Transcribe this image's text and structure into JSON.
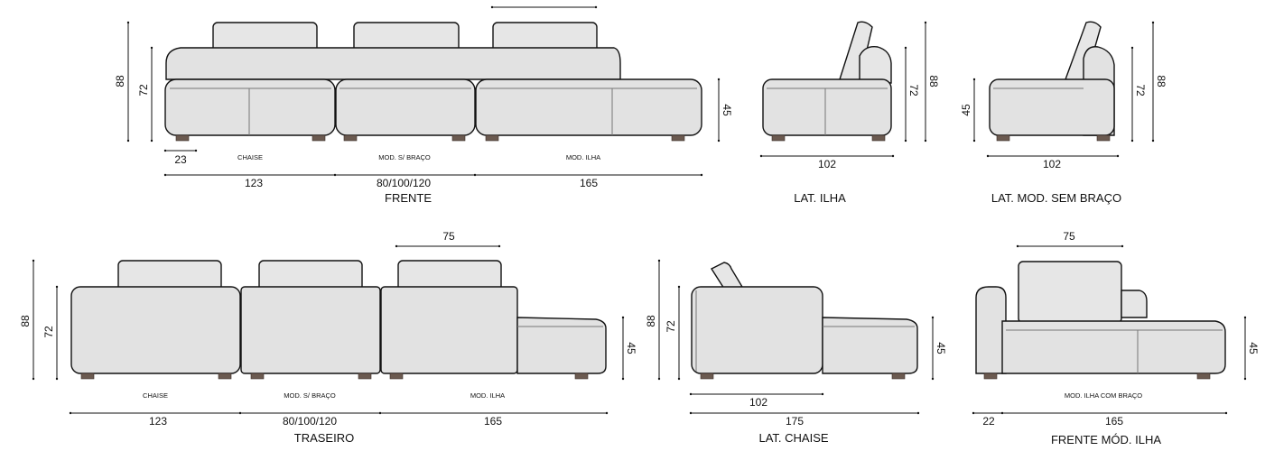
{
  "views": {
    "frente": {
      "title": "FRENTE",
      "modules": [
        "CHAISE",
        "MOD. S/ BRAÇO",
        "MOD. ILHA"
      ],
      "widths": [
        "123",
        "80/100/120",
        "165"
      ],
      "arm": "23",
      "height_total": "88",
      "height_back": "72",
      "height_seat": "45"
    },
    "lat_ilha": {
      "title": "LAT. ILHA",
      "depth": "102",
      "height_back": "72",
      "height_total": "88"
    },
    "lat_mod_sem_braco": {
      "title": "LAT. MOD. SEM BRAÇO",
      "depth": "102",
      "height_seat": "45",
      "height_back": "72",
      "height_total": "88"
    },
    "traseiro": {
      "title": "TRASEIRO",
      "modules": [
        "CHAISE",
        "MOD. S/ BRAÇO",
        "MOD. ILHA"
      ],
      "widths": [
        "123",
        "80/100/120",
        "165"
      ],
      "cushion": "75",
      "height_total": "88",
      "height_back": "72",
      "height_seat": "45"
    },
    "lat_chaise": {
      "title": "LAT. CHAISE",
      "depth_seat": "102",
      "depth_total": "175",
      "height_total": "88",
      "height_back": "72",
      "height_seat": "45"
    },
    "frente_mod_ilha": {
      "title": "FRENTE MÓD. ILHA",
      "module": "MOD. ILHA COM BRAÇO",
      "cushion": "75",
      "arm": "22",
      "width": "165",
      "height_seat": "45"
    }
  }
}
